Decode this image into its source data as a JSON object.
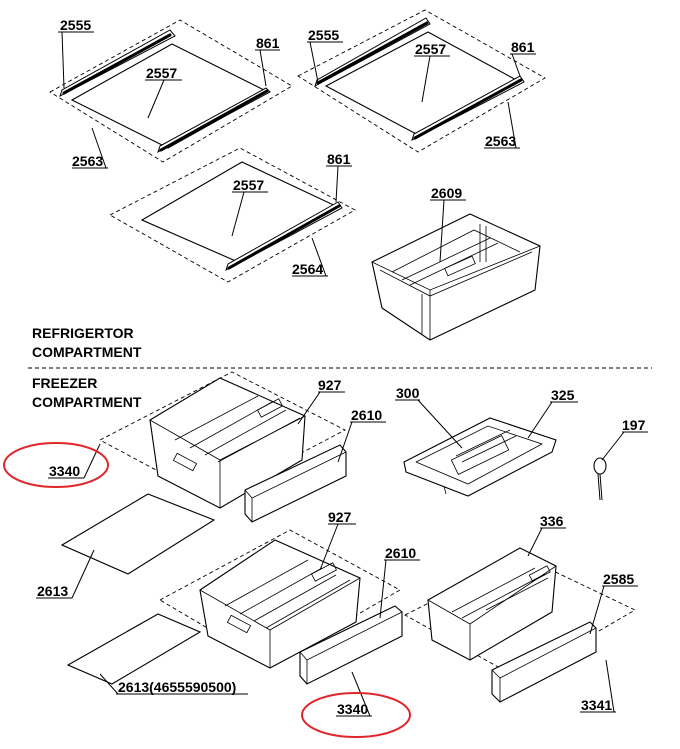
{
  "sections": {
    "refrigerator": [
      "REFRIGERTOR",
      "COMPARTMENT"
    ],
    "freezer": [
      "FREEZER",
      "COMPARTMENT"
    ]
  },
  "labels": {
    "p2555_a": "2555",
    "p861_a": "861",
    "p2557_a": "2557",
    "p2563_a": "2563",
    "p2555_b": "2555",
    "p2557_b": "2557",
    "p861_b": "861",
    "p2563_b": "2563",
    "p861_c": "861",
    "p2557_c": "2557",
    "p2564": "2564",
    "p2609": "2609",
    "p927_a": "927",
    "p2610_a": "2610",
    "p300": "300",
    "p325": "325",
    "p197": "197",
    "p3340_a": "3340",
    "p2613_a": "2613",
    "p927_b": "927",
    "p2610_b": "2610",
    "p336": "336",
    "p2585": "2585",
    "p2613_b": "2613(4655590500)",
    "p3340_b": "3340",
    "p3341": "3341"
  },
  "highlight_color": "#e0262a",
  "highlighted_parts": [
    "p3340_a",
    "p3340_b"
  ]
}
